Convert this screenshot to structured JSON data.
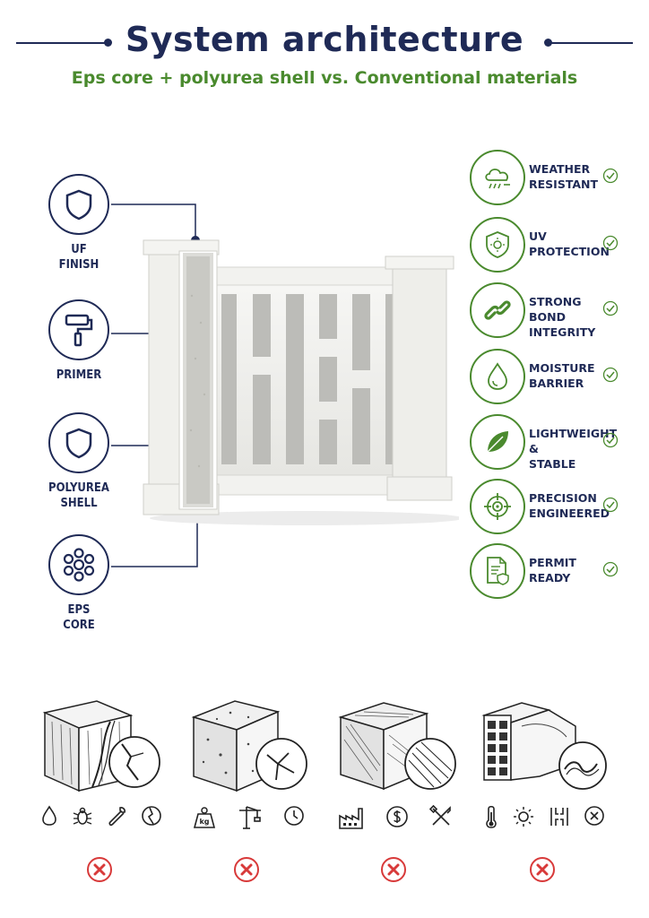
{
  "header": {
    "title": "System architecture",
    "subtitle": "Eps core + polyurea shell vs. Conventional materials"
  },
  "layers": [
    {
      "label": "UF FINISH",
      "icon": "shield-icon"
    },
    {
      "label": "PRIMER",
      "icon": "paint-roller-icon"
    },
    {
      "label": "POLYUREA SHELL",
      "icon": "shield-icon"
    },
    {
      "label": "EPS CORE",
      "icon": "eps-beads-icon"
    }
  ],
  "features": [
    {
      "label": "WEATHER RESISTANT",
      "icon": "weather-cloud-icon"
    },
    {
      "label": "UV PROTECTION",
      "icon": "uv-shield-icon"
    },
    {
      "label": "STRONG BOND INTEGRITY",
      "icon": "chain-link-icon"
    },
    {
      "label": "MOISTURE BARRIER",
      "icon": "water-drop-icon"
    },
    {
      "label": "LIGHTWEIGHT & STABLE",
      "icon": "leaf-icon"
    },
    {
      "label": "PRECISION ENGINEERED",
      "icon": "target-crosshair-icon"
    },
    {
      "label": "PERMIT READY",
      "icon": "document-shield-icon"
    }
  ],
  "materials": [
    {
      "icons": [
        "water-drop-icon",
        "bug-icon",
        "wrench-icon",
        "crack-icon"
      ],
      "status": "x-circle-icon"
    },
    {
      "icons": [
        "weight-kg-icon",
        "crane-icon",
        "clock-icon"
      ],
      "status": "x-circle-icon"
    },
    {
      "icons": [
        "factory-icon",
        "dollar-icon",
        "tools-icon"
      ],
      "status": "x-circle-icon"
    },
    {
      "icons": [
        "thermometer-icon",
        "sun-icon",
        "expansion-icon",
        "x-circle-outline-icon"
      ],
      "status": "x-circle-icon"
    }
  ],
  "weight_label": "kg",
  "colors": {
    "navy": "#1f2a56",
    "green": "#4a8a2e",
    "red": "#d83a3a"
  }
}
